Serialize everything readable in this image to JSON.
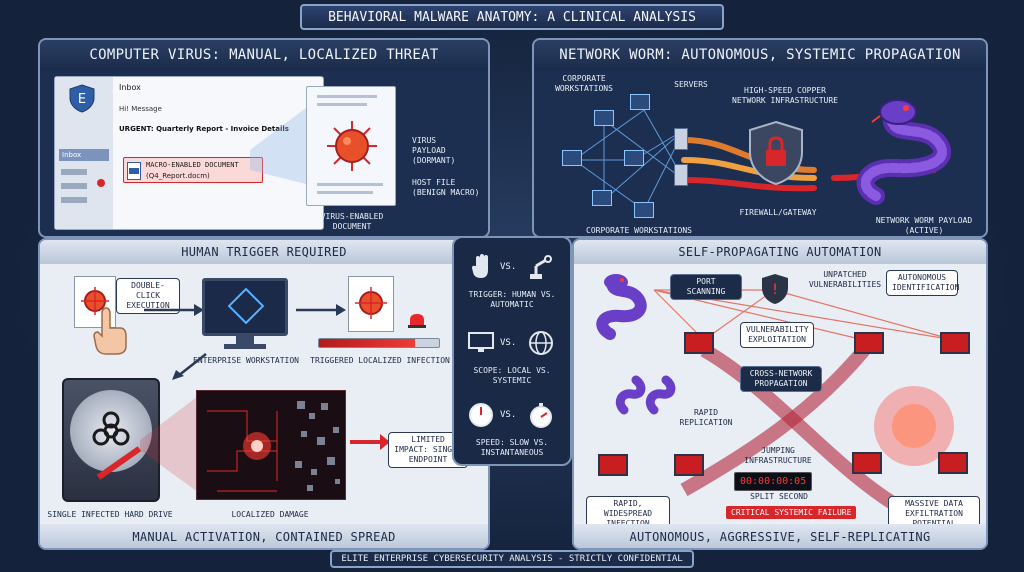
{
  "title": "BEHAVIORAL MALWARE ANATOMY: A CLINICAL ANALYSIS",
  "footer": "ELITE ENTERPRISE CYBERSECURITY ANALYSIS - STRICTLY CONFIDENTIAL",
  "virus": {
    "header": "COMPUTER VIRUS: MANUAL, LOCALIZED THREAT",
    "email": {
      "inbox_label": "Inbox",
      "inbox_item": "Inbox",
      "greeting": "Hi! Message",
      "subject": "URGENT: Quarterly Report - Invoice Details",
      "attachment_title": "MACRO-ENABLED DOCUMENT",
      "attachment_file": "(Q4_Report.docm)"
    },
    "doc_labels": {
      "payload": "VIRUS PAYLOAD (DORMANT)",
      "host": "HOST FILE (BENIGN MACRO)",
      "caption": "VIRUS-ENABLED DOCUMENT"
    },
    "trigger_header": "HUMAN TRIGGER REQUIRED",
    "double_click": "DOUBLE-CLICK EXECUTION",
    "workstation": "ENTERPRISE WORKSTATION",
    "triggered": "TRIGGERED LOCALIZED INFECTION",
    "hard_drive": "SINGLE INFECTED HARD DRIVE",
    "damage": "LOCALIZED DAMAGE",
    "impact": "LIMITED IMPACT: SINGLE ENDPOINT",
    "footer": "MANUAL ACTIVATION, CONTAINED SPREAD"
  },
  "compare": {
    "vs": "VS.",
    "items": [
      {
        "label": "TRIGGER: HUMAN VS. AUTOMATIC"
      },
      {
        "label": "SCOPE: LOCAL VS. SYSTEMIC"
      },
      {
        "label": "SPEED: SLOW VS. INSTANTANEOUS"
      }
    ]
  },
  "worm": {
    "header": "NETWORK WORM: AUTONOMOUS, SYSTEMIC PROPAGATION",
    "corp_top": "CORPORATE WORKSTATIONS",
    "servers": "SERVERS",
    "copper": "HIGH-SPEED COPPER NETWORK INFRASTRUCTURE",
    "firewall": "FIREWALL/GATEWAY",
    "corp_bottom": "CORPORATE WORKSTATIONS",
    "payload": "NETWORK WORM PAYLOAD (ACTIVE)",
    "auto_header": "SELF-PROPAGATING AUTOMATION",
    "port_scanning": "PORT SCANNING",
    "unpatched": "UNPATCHED VULNERABILITIES",
    "autonomous_id": "AUTONOMOUS IDENTIFICATION",
    "vuln_exploit": "VULNERABILITY EXPLOITATION",
    "cross_network": "CROSS-NETWORK PROPAGATION",
    "rapid_rep": "RAPID REPLICATION",
    "jumping": "JUMPING INFRASTRUCTURE",
    "timer": "00:00:00:05",
    "split_second": "SPLIT SECOND",
    "critical": "CRITICAL SYSTEMIC FAILURE",
    "rapid_infection": "RAPID, WIDESPREAD INFECTION",
    "exfil": "MASSIVE DATA EXFILTRATION POTENTIAL",
    "footer": "AUTONOMOUS, AGGRESSIVE, SELF-REPLICATING"
  },
  "colors": {
    "accent_red": "#d9262b",
    "worm_purple": "#6a3fc8",
    "panel_dark": "#1d2f50",
    "panel_light": "#e9eef5"
  }
}
